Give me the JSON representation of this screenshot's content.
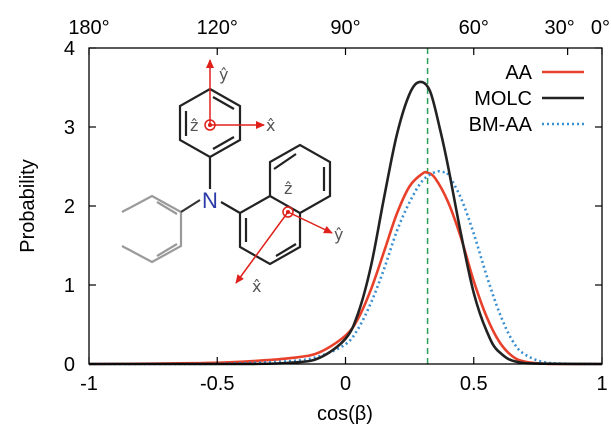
{
  "chart_data": {
    "type": "line",
    "xlabel": "cos(β)",
    "ylabel": "Probability",
    "xlim": [
      -1,
      1
    ],
    "ylim": [
      0,
      4
    ],
    "x_ticks": [
      -1,
      -0.5,
      0,
      0.5,
      1
    ],
    "x_tick_labels": [
      "-1",
      "-0.5",
      "0",
      "0.5",
      "1"
    ],
    "y_ticks": [
      0,
      1,
      2,
      3,
      4
    ],
    "y_tick_labels": [
      "0",
      "1",
      "2",
      "3",
      "4"
    ],
    "top_axis": {
      "ticks": [
        -1,
        -0.5,
        0,
        0.5,
        0.866,
        1
      ],
      "labels": [
        "180°",
        "120°",
        "90°",
        "60°",
        "30°",
        "0°"
      ]
    },
    "reference_line": {
      "x": 0.32,
      "color": "#2e9e5b",
      "style": "dashed"
    },
    "legend_position": "top-right",
    "series": [
      {
        "name": "AA",
        "color": "#e8412b",
        "style": "solid",
        "x": [
          -1,
          -0.6,
          -0.4,
          -0.2,
          -0.1,
          0,
          0.05,
          0.1,
          0.15,
          0.2,
          0.25,
          0.3,
          0.32,
          0.35,
          0.4,
          0.45,
          0.5,
          0.55,
          0.6,
          0.65,
          0.7,
          0.8,
          1
        ],
        "y": [
          0,
          0.01,
          0.03,
          0.08,
          0.15,
          0.36,
          0.58,
          0.95,
          1.42,
          1.9,
          2.25,
          2.41,
          2.42,
          2.35,
          2.05,
          1.6,
          1.05,
          0.6,
          0.28,
          0.1,
          0.03,
          0,
          0
        ]
      },
      {
        "name": "MOLC",
        "color": "#222222",
        "style": "solid",
        "x": [
          -1,
          -0.4,
          -0.2,
          -0.1,
          0,
          0.05,
          0.1,
          0.15,
          0.2,
          0.25,
          0.29,
          0.33,
          0.37,
          0.4,
          0.45,
          0.5,
          0.55,
          0.6,
          0.7,
          1
        ],
        "y": [
          0,
          0,
          0.02,
          0.08,
          0.32,
          0.65,
          1.25,
          2.1,
          2.9,
          3.42,
          3.57,
          3.45,
          2.95,
          2.5,
          1.65,
          0.9,
          0.42,
          0.15,
          0.01,
          0
        ]
      },
      {
        "name": "BM-AA",
        "color": "#3a8fd0",
        "style": "dotted",
        "x": [
          -1,
          -0.6,
          -0.4,
          -0.2,
          -0.1,
          0,
          0.05,
          0.1,
          0.15,
          0.2,
          0.25,
          0.3,
          0.35,
          0.38,
          0.4,
          0.45,
          0.5,
          0.55,
          0.6,
          0.65,
          0.7,
          0.8,
          1
        ],
        "y": [
          0,
          0,
          0.01,
          0.04,
          0.1,
          0.25,
          0.45,
          0.78,
          1.2,
          1.68,
          2.05,
          2.32,
          2.43,
          2.43,
          2.4,
          2.1,
          1.65,
          1.12,
          0.65,
          0.3,
          0.12,
          0.01,
          0
        ]
      }
    ]
  },
  "inset": {
    "atom_label": "N",
    "axis_labels_top_ring": {
      "y": "ŷ",
      "z": "ẑ",
      "x": "x̂"
    },
    "axis_labels_naphthyl": {
      "z": "ẑ",
      "y": "ŷ",
      "x": "x̂"
    },
    "arrow_color": "#e0201b",
    "nitrogen_color": "#2a3aa8"
  }
}
